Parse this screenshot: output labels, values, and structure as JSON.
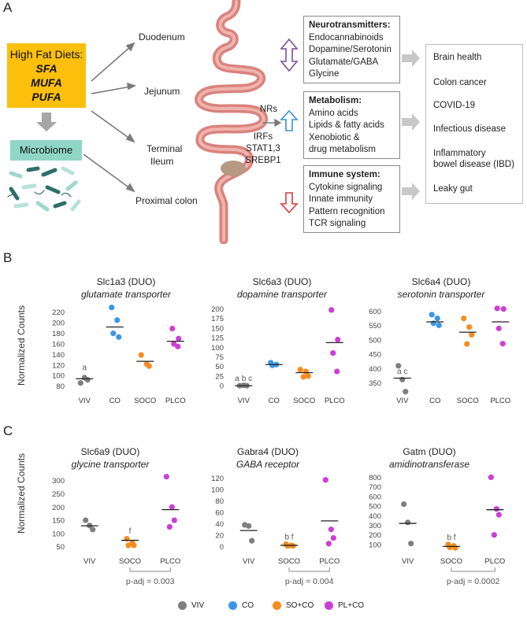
{
  "panelA": {
    "letter": "A",
    "diets": {
      "title": "High Fat Diets:",
      "items": [
        "SFA",
        "MUFA",
        "PUFA"
      ]
    },
    "microbiome": "Microbiome",
    "segments": [
      "Duodenum",
      "Jejunum",
      "Terminal",
      "Ileum",
      "Proximal colon"
    ],
    "mechanisms": [
      "NRs",
      "IRFs",
      "STAT1,3",
      "SREBP1"
    ],
    "functions": [
      {
        "heading": "Neurotransmitters:",
        "items": [
          "Endocannabinoids",
          "Dopamine/Serotonin",
          "Glutamate/GABA",
          "Glycine"
        ],
        "arrow": "both",
        "arrow_color": "#7b4ea3"
      },
      {
        "heading": "Metabolism:",
        "items": [
          "Amino acids",
          "Lipids & fatty acids",
          "Xenobiotic &",
          "drug metabolism"
        ],
        "arrow": "up",
        "arrow_color": "#3a8fd8"
      },
      {
        "heading": "Immune system:",
        "items": [
          "Cytokine signaling",
          "Innate immunity",
          "Pattern recognition",
          "TCR signaling"
        ],
        "arrow": "down",
        "arrow_color": "#d93a3a"
      }
    ],
    "outcomes": [
      "Brain health",
      "Colon cancer",
      "COVID-19",
      "Infectious disease",
      "Inflammatory",
      "bowel disease (IBD)",
      "Leaky gut"
    ]
  },
  "panelB": {
    "letter": "B",
    "ylabel": "Normalized Counts"
  },
  "panelC": {
    "letter": "C",
    "ylabel": "Normalized Counts"
  },
  "colors": {
    "VIV": "#7f7f7f",
    "CO": "#3c96e6",
    "SOCO": "#f58c1e",
    "PLCO": "#cc3fd6"
  },
  "chart_data": [
    {
      "type": "scatter",
      "gene": "Slc1a3 (DUO)",
      "function": "glutamate transporter",
      "categories": [
        "VIV",
        "CO",
        "SOCO",
        "PLCO"
      ],
      "yticks": [
        80,
        100,
        120,
        140,
        160,
        180,
        200,
        220
      ],
      "ylim": [
        75,
        230
      ],
      "points": [
        [
          86,
          96,
          92
        ],
        [
          229,
          205,
          180,
          173
        ],
        [
          139,
          122,
          118
        ],
        [
          189,
          170,
          160,
          155
        ]
      ],
      "means": [
        94,
        192,
        127,
        165
      ],
      "annotations": [
        {
          "cat": 0,
          "text": "a",
          "y": 111
        }
      ]
    },
    {
      "type": "scatter",
      "gene": "Slc6a3 (DUO)",
      "function": "dopamine transporter",
      "categories": [
        "VIV",
        "CO",
        "SOCO",
        "PLCO"
      ],
      "yticks": [
        0,
        25,
        50,
        75,
        100,
        125,
        150,
        175,
        200
      ],
      "ylim": [
        -8,
        205
      ],
      "points": [
        [
          0,
          1,
          0
        ],
        [
          60,
          55,
          53
        ],
        [
          42,
          37,
          25,
          23
        ],
        [
          197,
          120,
          85,
          37
        ]
      ],
      "means": [
        0,
        55,
        34,
        112
      ],
      "annotations": [
        {
          "cat": 0,
          "text": "a b c",
          "y": 12
        }
      ]
    },
    {
      "type": "scatter",
      "gene": "Slc6a4 (DUO)",
      "function": "serotonin transporter",
      "categories": [
        "VIV",
        "CO",
        "SOCO",
        "PLCO"
      ],
      "yticks": [
        350,
        400,
        450,
        500,
        550,
        600
      ],
      "ylim": [
        330,
        615
      ],
      "points": [
        [
          410,
          362,
          320
        ],
        [
          588,
          575,
          558,
          551
        ],
        [
          575,
          545,
          518,
          486
        ],
        [
          610,
          608,
          540,
          487
        ]
      ],
      "means": [
        367,
        563,
        527,
        563
      ],
      "annotations": [
        {
          "cat": 0,
          "text": "a c",
          "y": 382
        }
      ]
    },
    {
      "type": "scatter",
      "gene": "Slc6a9 (DUO)",
      "function": "glycine transporter",
      "categories": [
        "VIV",
        "SOCO",
        "PLCO"
      ],
      "yticks": [
        50,
        100,
        150,
        200,
        250,
        300
      ],
      "ylim": [
        40,
        320
      ],
      "points": [
        [
          150,
          130,
          115
        ],
        [
          80,
          65,
          55,
          55
        ],
        [
          315,
          200,
          150,
          125
        ]
      ],
      "means": [
        129,
        74,
        190
      ],
      "annotations": [
        {
          "cat": 1,
          "text": "f",
          "y": 100
        }
      ],
      "bracket": {
        "from": 1,
        "to": 2,
        "label": "p-adj = 0.003"
      }
    },
    {
      "type": "scatter",
      "gene": "Gabra4 (DUO)",
      "function": "GABA receptor",
      "categories": [
        "VIV",
        "SOCO",
        "PLCO"
      ],
      "yticks": [
        0,
        20,
        40,
        60,
        80,
        100,
        120
      ],
      "ylim": [
        -5,
        125
      ],
      "points": [
        [
          38,
          36,
          10
        ],
        [
          4,
          2,
          1,
          1
        ],
        [
          117,
          30,
          15,
          5
        ]
      ],
      "means": [
        28,
        2,
        45
      ],
      "annotations": [
        {
          "cat": 1,
          "text": "b f",
          "y": 12
        }
      ],
      "bracket": {
        "from": 1,
        "to": 2,
        "label": "p-adj = 0.004"
      }
    },
    {
      "type": "scatter",
      "gene": "Gatm (DUO)",
      "function": "amidinotransferase",
      "categories": [
        "VIV",
        "SOCO",
        "PLCO"
      ],
      "yticks": [
        100,
        200,
        300,
        400,
        500,
        600,
        700,
        800
      ],
      "ylim": [
        50,
        820
      ],
      "points": [
        [
          520,
          330,
          110
        ],
        [
          100,
          85,
          70,
          65
        ],
        [
          800,
          470,
          410,
          200
        ]
      ],
      "means": [
        320,
        80,
        462
      ],
      "annotations": [
        {
          "cat": 1,
          "text": "b f",
          "y": 150
        }
      ],
      "bracket": {
        "from": 1,
        "to": 2,
        "label": "p-adj = 0.0002"
      }
    }
  ],
  "legend": [
    {
      "label": "VIV",
      "color": "#7f7f7f"
    },
    {
      "label": "CO",
      "color": "#3c96e6"
    },
    {
      "label": "SO+CO",
      "color": "#f58c1e"
    },
    {
      "label": "PL+CO",
      "color": "#cc3fd6"
    }
  ]
}
